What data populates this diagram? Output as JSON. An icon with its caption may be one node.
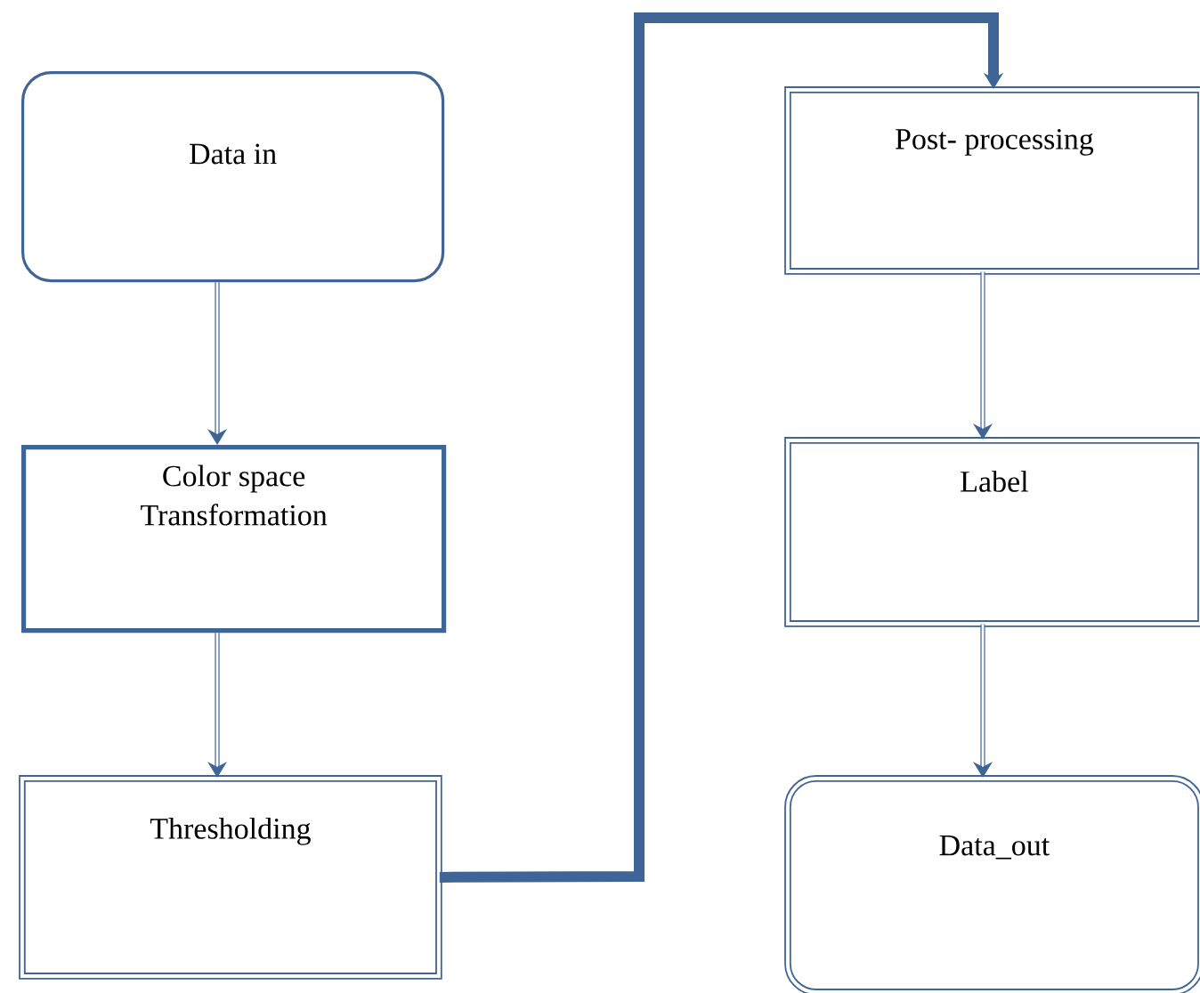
{
  "diagram": {
    "nodes": [
      {
        "text": [
          "Data in"
        ]
      },
      {
        "text": [
          "Color space Transformation"
        ]
      },
      {
        "text": [
          "Thresholding"
        ]
      },
      {
        "text": [
          "Post- processing"
        ]
      },
      {
        "text": [
          "Label"
        ]
      },
      {
        "text": [
          "Data_out"
        ]
      }
    ],
    "edges": [
      {
        "from": 0,
        "to": 1,
        "arrow": "to"
      },
      {
        "from": 1,
        "to": 2,
        "arrow": "to"
      },
      {
        "from": 2,
        "to": 3,
        "arrow": "to",
        "style": "thick"
      },
      {
        "from": 3,
        "to": 4,
        "arrow": "to"
      },
      {
        "from": 4,
        "to": 5,
        "arrow": "to"
      }
    ]
  }
}
